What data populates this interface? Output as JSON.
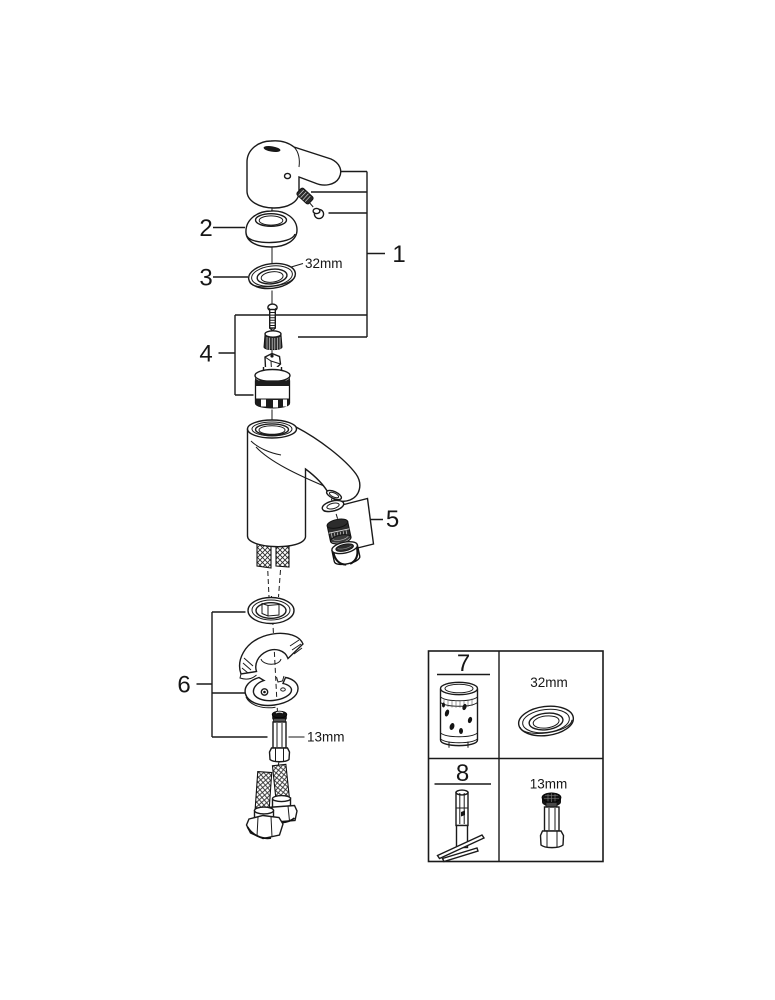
{
  "diagram": {
    "type": "exploded-parts-diagram",
    "subject": "single-lever basin mixer faucet",
    "background_color": "#ffffff",
    "line_color": "#1a1a1a",
    "callouts": {
      "n1": "1",
      "n2": "2",
      "n3": "3",
      "n4": "4",
      "n5": "5",
      "n6": "6",
      "n7": "7",
      "n8": "8"
    },
    "dim_labels": {
      "ring_32": "32mm",
      "stud_13": "13mm",
      "box_ring_32": "32mm",
      "box_stud_13": "13mm"
    },
    "parts": {
      "1": "lever handle assembly with grub screw and cover plug",
      "2": "dome cap escutcheon",
      "3": "32mm seal ring",
      "4": "cartridge with fixing screw and adapter",
      "5": "aerator set (gasket, insert, housing)",
      "6": "mounting set (o-ring, wedge, clamp plate, 13mm stud)",
      "7": "cartridge sleeve tool",
      "8": "mounting rod tool"
    }
  }
}
